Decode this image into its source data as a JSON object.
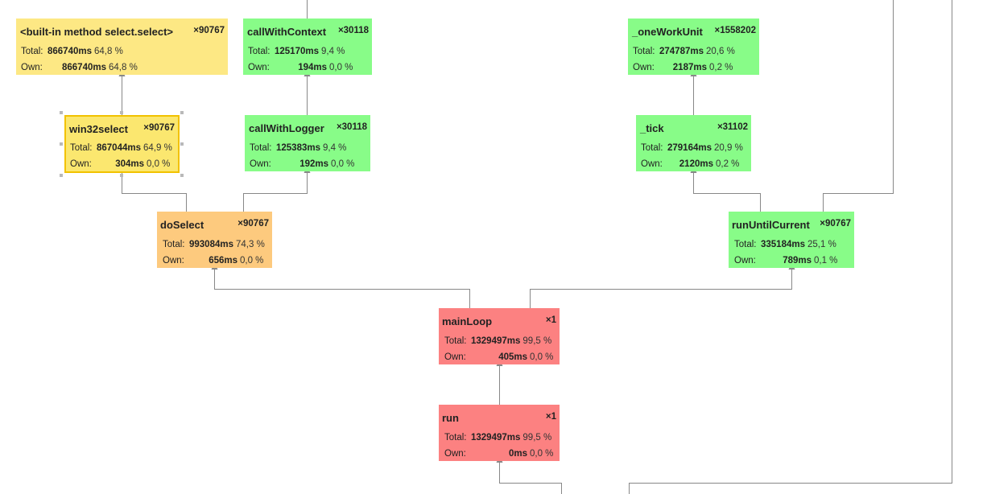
{
  "colors": {
    "yellow": "#fde884",
    "yellow_selected": "#fbe76f",
    "orange": "#fdca7e",
    "green": "#88fc88",
    "red": "#fc8181",
    "edge": "#888888"
  },
  "labels": {
    "total": "Total:",
    "own": "Own:"
  },
  "nodes": [
    {
      "name": "<built-in method select.select>",
      "count": "×90767",
      "total": "866740ms",
      "total_pct": "64,8 %",
      "own": "866740ms",
      "own_pct": "64,8 %",
      "color": "yellow"
    },
    {
      "name": "callWithContext",
      "count": "×30118",
      "total": "125170ms",
      "total_pct": "9,4 %",
      "own": "194ms",
      "own_pct": "0,0 %",
      "color": "green"
    },
    {
      "name": "_oneWorkUnit",
      "count": "×1558202",
      "total": "274787ms",
      "total_pct": "20,6 %",
      "own": "2187ms",
      "own_pct": "0,2 %",
      "color": "green"
    },
    {
      "name": "win32select",
      "count": "×90767",
      "total": "867044ms",
      "total_pct": "64,9 %",
      "own": "304ms",
      "own_pct": "0,0 %",
      "color": "yellow",
      "selected": true
    },
    {
      "name": "callWithLogger",
      "count": "×30118",
      "total": "125383ms",
      "total_pct": "9,4 %",
      "own": "192ms",
      "own_pct": "0,0 %",
      "color": "green"
    },
    {
      "name": "_tick",
      "count": "×31102",
      "total": "279164ms",
      "total_pct": "20,9 %",
      "own": "2120ms",
      "own_pct": "0,2 %",
      "color": "green"
    },
    {
      "name": "doSelect",
      "count": "×90767",
      "total": "993084ms",
      "total_pct": "74,3 %",
      "own": "656ms",
      "own_pct": "0,0 %",
      "color": "orange"
    },
    {
      "name": "runUntilCurrent",
      "count": "×90767",
      "total": "335184ms",
      "total_pct": "25,1 %",
      "own": "789ms",
      "own_pct": "0,1 %",
      "color": "green"
    },
    {
      "name": "mainLoop",
      "count": "×1",
      "total": "1329497ms",
      "total_pct": "99,5 %",
      "own": "405ms",
      "own_pct": "0,0 %",
      "color": "red"
    },
    {
      "name": "run",
      "count": "×1",
      "total": "1329497ms",
      "total_pct": "99,5 %",
      "own": "0ms",
      "own_pct": "0,0 %",
      "color": "red"
    }
  ]
}
